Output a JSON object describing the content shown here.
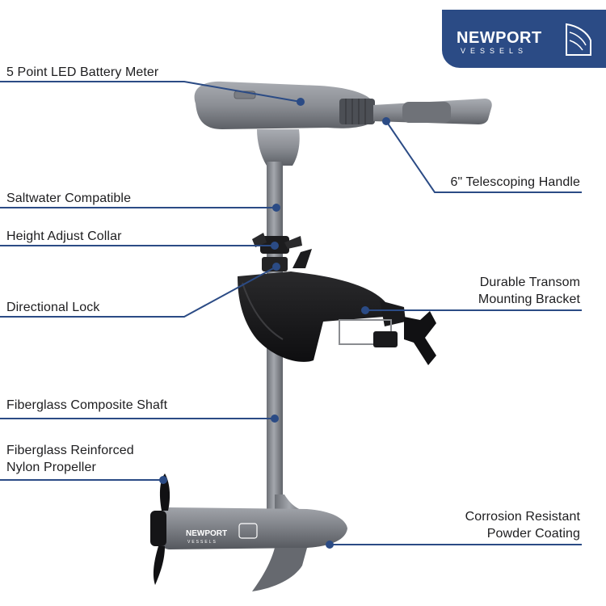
{
  "brand": {
    "name": "NEWPORT",
    "sub": "VESSELS",
    "color": "#2b4b85"
  },
  "hub_logo": {
    "name": "NEWPORT",
    "sub": "VESSELS"
  },
  "leader_color": "#2b4b85",
  "callouts": {
    "battery_meter": "5 Point LED Battery Meter",
    "telescoping_handle": "6\" Telescoping Handle",
    "saltwater": "Saltwater Compatible",
    "height_collar": "Height Adjust Collar",
    "transom_line1": "Durable Transom",
    "transom_line2": "Mounting Bracket",
    "directional_lock": "Directional Lock",
    "shaft": "Fiberglass Composite Shaft",
    "propeller_line1": "Fiberglass Reinforced",
    "propeller_line2": "Nylon Propeller",
    "coating_line1": "Corrosion Resistant",
    "coating_line2": "Powder Coating"
  }
}
